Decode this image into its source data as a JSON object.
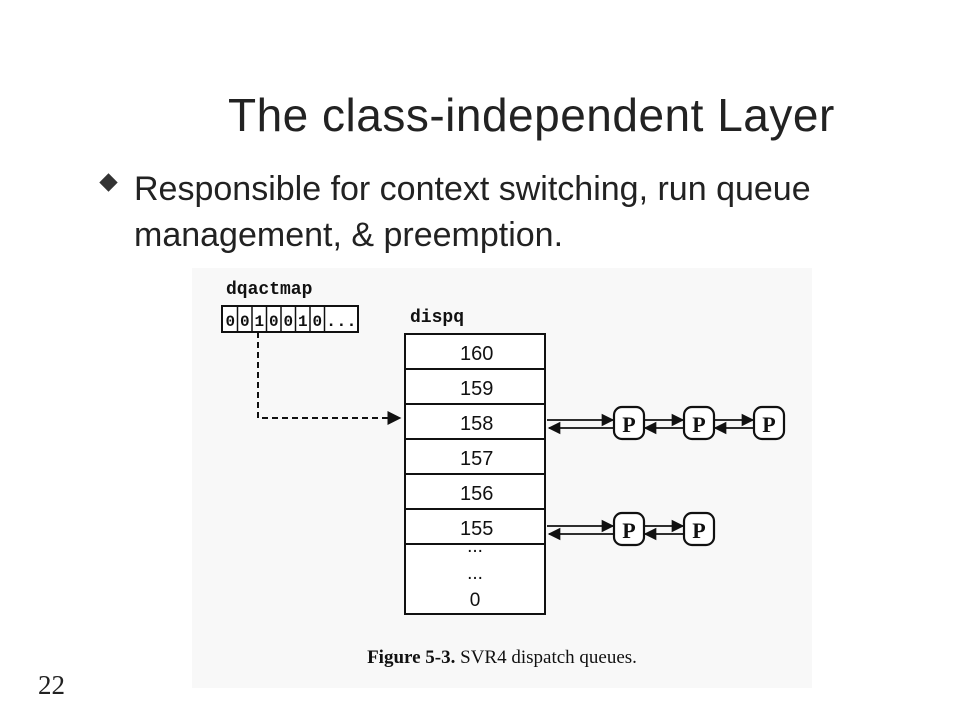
{
  "slide": {
    "title": "The class-independent Layer",
    "bullet": "Responsible for context switching, run queue management, & preemption.",
    "number": "22"
  },
  "figure": {
    "dqactmap_label": "dqactmap",
    "bitmap": [
      "0",
      "0",
      "1",
      "0",
      "0",
      "1",
      "0"
    ],
    "bitmap_ellipsis": "...",
    "dispq_label": "dispq",
    "rows": [
      "160",
      "159",
      "158",
      "157",
      "156",
      "155"
    ],
    "tail": [
      "...",
      "...",
      "0"
    ],
    "process_label": "P",
    "queue_158_count": 3,
    "queue_155_count": 2,
    "caption_label": "Figure 5-3.",
    "caption_text": "SVR4 dispatch queues."
  }
}
